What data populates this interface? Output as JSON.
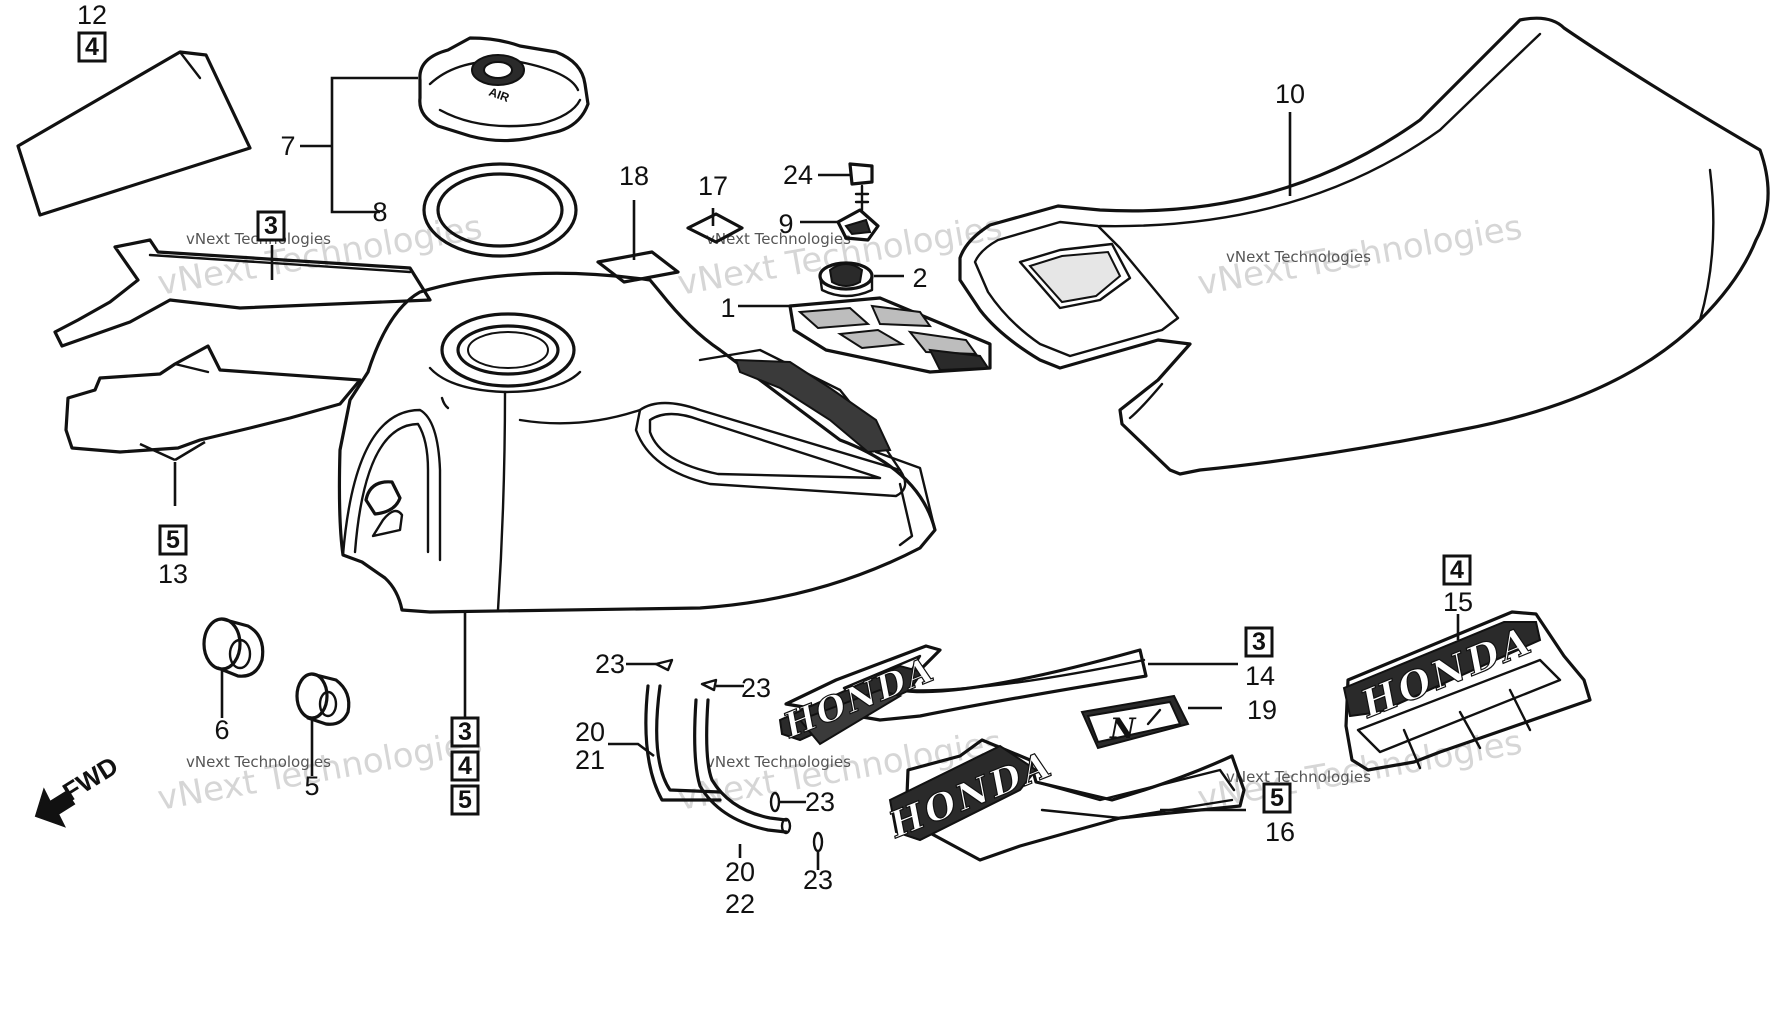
{
  "diagram": {
    "part_numbers": {
      "p1": "1",
      "p2": "2",
      "p5": "5",
      "p6": "6",
      "p7": "7",
      "p8": "8",
      "p9": "9",
      "p10": "10",
      "p12": "12",
      "p13": "13",
      "p14": "14",
      "p15": "15",
      "p16": "16",
      "p17": "17",
      "p18": "18",
      "p19": "19",
      "p20a": "20",
      "p20b": "20",
      "p21": "21",
      "p22": "22",
      "p23a": "23",
      "p23b": "23",
      "p23c": "23",
      "p23d": "23",
      "p24": "24"
    },
    "boxed_refs": {
      "r12": "4",
      "r13_top": "3",
      "r13": "5",
      "r3_tank": "3",
      "r4_tank": "4",
      "r5_tank": "5",
      "r14": "3",
      "r15": "4",
      "r16": "5"
    },
    "logos": {
      "honda_14": "HONDA",
      "honda_15": "HONDA",
      "honda_16": "HONDA",
      "emblem_19": "N"
    },
    "fuel_cap_marking": "AIR",
    "direction_label": "FWD",
    "watermark": {
      "big": "vNext Technologies",
      "small": "vNext Technologies"
    }
  }
}
